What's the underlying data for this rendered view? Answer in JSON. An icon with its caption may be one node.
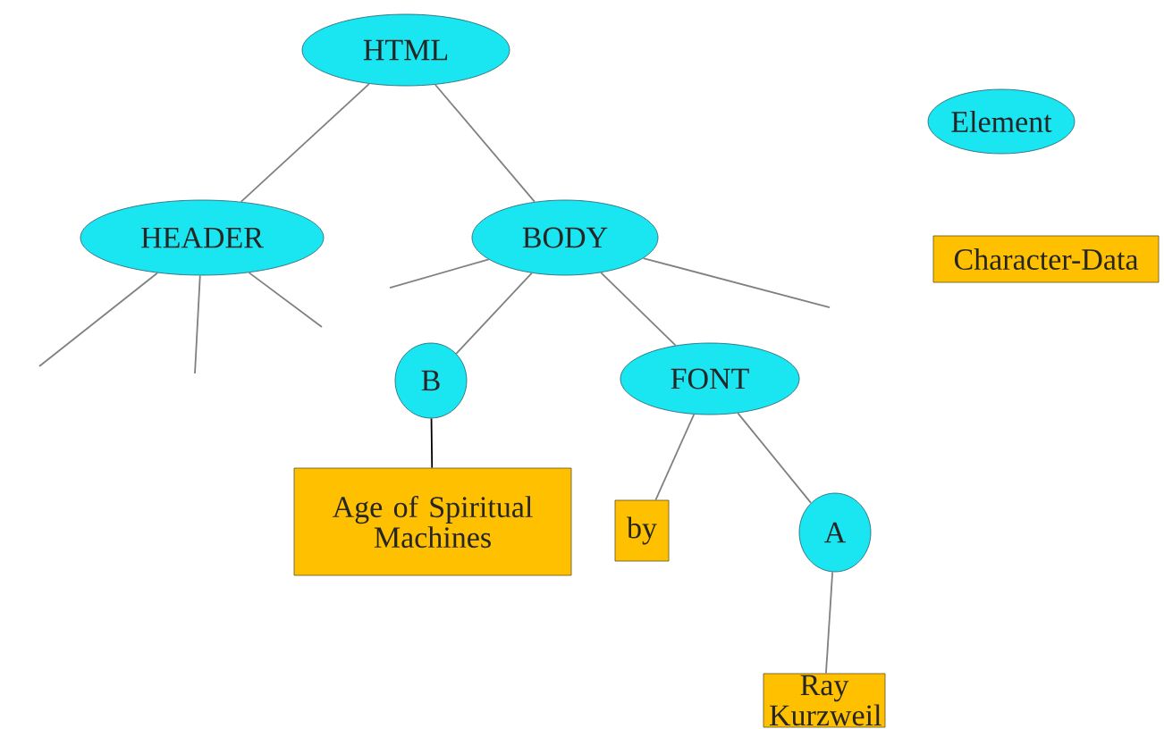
{
  "diagram": {
    "nodes": [
      {
        "text": [
          "HTML"
        ]
      },
      {
        "text": [
          "HEADER"
        ]
      },
      {
        "text": [
          "BODY"
        ]
      },
      {
        "text": [
          "B"
        ]
      },
      {
        "text": [
          "FONT"
        ]
      },
      {
        "text": [
          "Age of Spiritual Machines"
        ]
      },
      {
        "text": [
          "by"
        ]
      },
      {
        "text": [
          "A"
        ]
      },
      {
        "text": [
          "Ray Kurzweil"
        ]
      },
      {
        "text": [
          "Element"
        ]
      },
      {
        "text": [
          "Character-Data"
        ]
      }
    ],
    "edges": [
      {
        "from": 0,
        "to": 1,
        "arrow": "none"
      },
      {
        "from": 0,
        "to": 2,
        "arrow": "none"
      },
      {
        "from": 1,
        "to": null,
        "arrow": "none"
      },
      {
        "from": 1,
        "to": null,
        "arrow": "none"
      },
      {
        "from": 1,
        "to": null,
        "arrow": "none"
      },
      {
        "from": 2,
        "to": null,
        "arrow": "none"
      },
      {
        "from": 2,
        "to": 3,
        "arrow": "none"
      },
      {
        "from": 2,
        "to": 4,
        "arrow": "none"
      },
      {
        "from": 2,
        "to": null,
        "arrow": "none"
      },
      {
        "from": 3,
        "to": 5,
        "arrow": "none",
        "color": "#000000"
      },
      {
        "from": 4,
        "to": 6,
        "arrow": "none"
      },
      {
        "from": 4,
        "to": 7,
        "arrow": "none"
      },
      {
        "from": 7,
        "to": 8,
        "arrow": "none"
      }
    ]
  }
}
